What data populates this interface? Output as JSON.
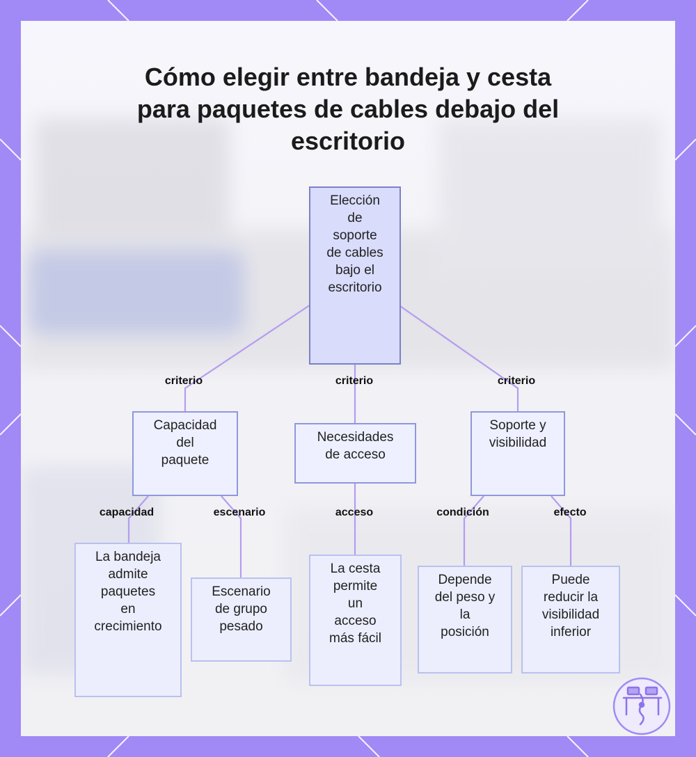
{
  "title": "Cómo elegir entre bandeja y cesta\npara paquetes de cables debajo del\nescritorio",
  "colors": {
    "frame": "#a18af5",
    "edge": "#b59cf0",
    "node_border": "#8f97dc",
    "node_fill": "#eef0ff",
    "root_fill": "#d9dcfb"
  },
  "nodes": {
    "root": "Elección\nde\nsoporte\nde cables\nbajo el\nescritorio",
    "capacidad": "Capacidad\ndel\npaquete",
    "necesidades": "Necesidades\nde acceso",
    "soporte": "Soporte y\nvisibilidad",
    "bandeja": "La bandeja\nadmite\npaquetes\nen\ncrecimiento",
    "escenario": "Escenario\nde grupo\npesado",
    "cesta": "La cesta\npermite\nun\nacceso\nmás fácil",
    "depende": "Depende\ndel peso y\nla\nposición",
    "reducir": "Puede\nreducir la\nvisibilidad\ninferior"
  },
  "edge_labels": {
    "criterio_1": "criterio",
    "criterio_2": "criterio",
    "criterio_3": "criterio",
    "capacidad": "capacidad",
    "escenario": "escenario",
    "acceso": "acceso",
    "condicion": "condición",
    "efecto": "efecto"
  },
  "logo_icon": "desk-cable-icon"
}
